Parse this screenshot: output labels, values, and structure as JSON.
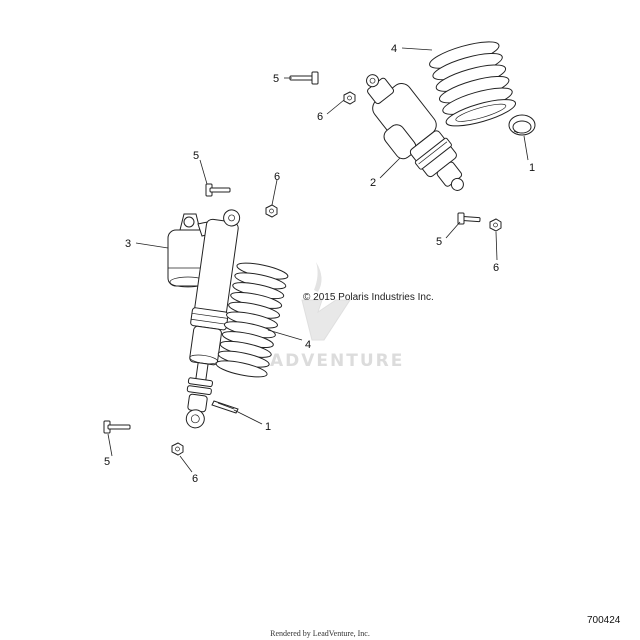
{
  "diagram": {
    "callouts": [
      {
        "id": "c4a",
        "text": "4"
      },
      {
        "id": "c5a",
        "text": "5"
      },
      {
        "id": "c6a",
        "text": "6"
      },
      {
        "id": "c2",
        "text": "2"
      },
      {
        "id": "c1a",
        "text": "1"
      },
      {
        "id": "c5b",
        "text": "5"
      },
      {
        "id": "c6b",
        "text": "6"
      },
      {
        "id": "c5c",
        "text": "5"
      },
      {
        "id": "c6c",
        "text": "6"
      },
      {
        "id": "c3",
        "text": "3"
      },
      {
        "id": "c4b",
        "text": "4"
      },
      {
        "id": "c1b",
        "text": "1"
      },
      {
        "id": "c5d",
        "text": "5"
      },
      {
        "id": "c6d",
        "text": "6"
      }
    ],
    "copyright": "© 2015 Polaris Industries Inc.",
    "watermark": "ADVENTURE",
    "figure_number": "700424",
    "footer": "Rendered by LeadVenture, Inc."
  },
  "colors": {
    "line": "#222222",
    "watermark": "#d9d9d9",
    "background": "#ffffff"
  }
}
